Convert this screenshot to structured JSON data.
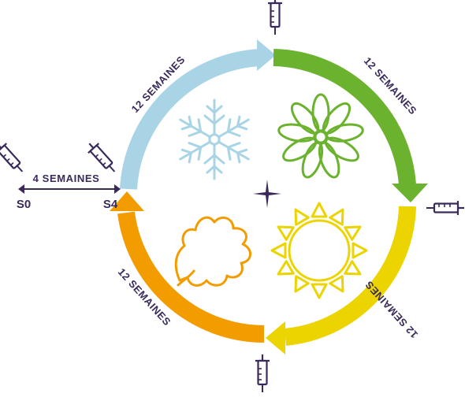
{
  "colors": {
    "winter": "#a8d4e6",
    "spring": "#6bb32e",
    "summer": "#ecd400",
    "autumn": "#f29c00",
    "accent": "#3a2a5c"
  },
  "icons": [
    "syringe-icon",
    "snowflake-icon",
    "flower-icon",
    "sun-icon",
    "leaf-icon",
    "sparkle-icon"
  ],
  "induction": {
    "interval_label": "4 SEMAINES",
    "start_label": "S0",
    "end_label": "S4"
  },
  "cycle": {
    "segments": [
      {
        "season": "winter",
        "interval_label": "12 SEMAINES"
      },
      {
        "season": "spring",
        "interval_label": "12 SEMAINES"
      },
      {
        "season": "summer",
        "interval_label": "12 SEMAINES"
      },
      {
        "season": "autumn",
        "interval_label": "12 SEMAINES"
      }
    ]
  }
}
